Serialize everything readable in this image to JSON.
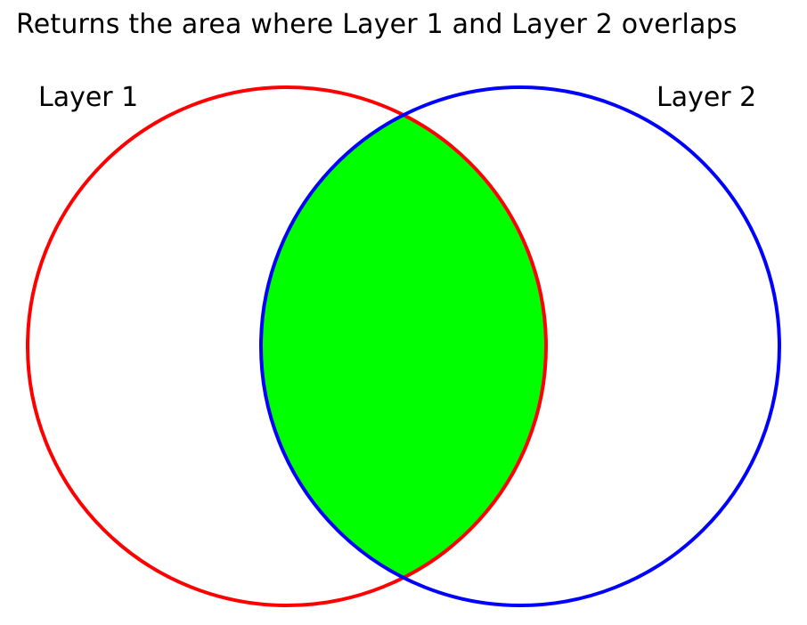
{
  "title": "Returns the area where Layer 1 and Layer 2 overlaps",
  "layers": [
    {
      "label": "Layer 1",
      "stroke_color": "#ff0000"
    },
    {
      "label": "Layer 2",
      "stroke_color": "#0000ff"
    }
  ],
  "overlap_fill_color": "#00ff00"
}
